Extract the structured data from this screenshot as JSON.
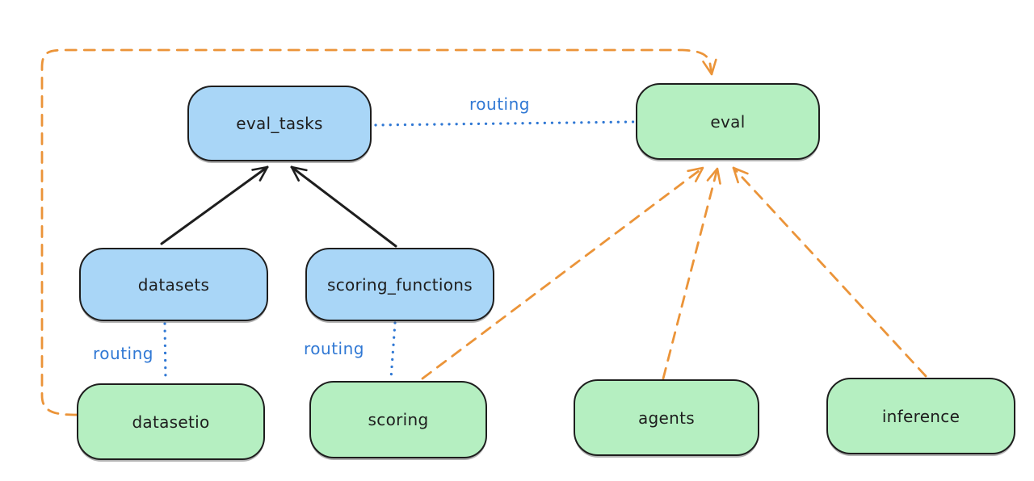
{
  "colors": {
    "node_blue_fill": "#a9d6f7",
    "node_green_fill": "#b5efc1",
    "node_border": "#1e1e1e",
    "text_color": "#1e1e1e",
    "routing_blue": "#3078d4",
    "arrow_black": "#1e1e1e",
    "arrow_orange": "#eb9439",
    "canvas_bg": "#ffffff"
  },
  "nodes": {
    "eval_tasks": {
      "label": "eval_tasks",
      "fill": "blue"
    },
    "eval": {
      "label": "eval",
      "fill": "green"
    },
    "datasets": {
      "label": "datasets",
      "fill": "blue"
    },
    "scoring_functions": {
      "label": "scoring_functions",
      "fill": "blue"
    },
    "datasetio": {
      "label": "datasetio",
      "fill": "green"
    },
    "scoring": {
      "label": "scoring",
      "fill": "green"
    },
    "agents": {
      "label": "agents",
      "fill": "green"
    },
    "inference": {
      "label": "inference",
      "fill": "green"
    }
  },
  "edges": [
    {
      "from": "eval_tasks",
      "to": "eval",
      "style": "dotted",
      "color": "blue",
      "label": "routing"
    },
    {
      "from": "datasets",
      "to": "datasetio",
      "style": "dotted",
      "color": "blue",
      "label": "routing"
    },
    {
      "from": "scoring_functions",
      "to": "scoring",
      "style": "dotted",
      "color": "blue",
      "label": "routing"
    },
    {
      "from": "datasets",
      "to": "eval_tasks",
      "style": "solid-arrow",
      "color": "black",
      "label": ""
    },
    {
      "from": "scoring_functions",
      "to": "eval_tasks",
      "style": "solid-arrow",
      "color": "black",
      "label": ""
    },
    {
      "from": "datasetio",
      "to": "eval",
      "style": "dashed-arrow",
      "color": "orange",
      "label": ""
    },
    {
      "from": "scoring",
      "to": "eval",
      "style": "dashed-arrow",
      "color": "orange",
      "label": ""
    },
    {
      "from": "agents",
      "to": "eval",
      "style": "dashed-arrow",
      "color": "orange",
      "label": ""
    },
    {
      "from": "inference",
      "to": "eval",
      "style": "dashed-arrow",
      "color": "orange",
      "label": ""
    }
  ]
}
